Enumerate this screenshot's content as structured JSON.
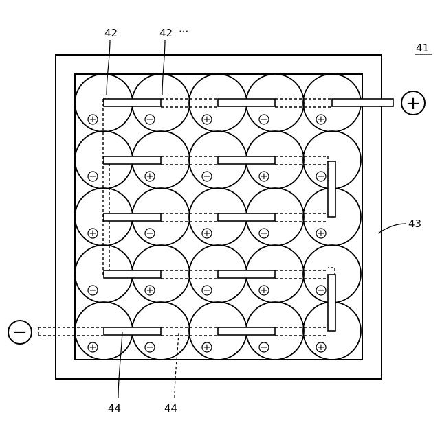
{
  "figure": {
    "ref_module": "41",
    "ref_lead_a": "42",
    "ref_lead_b": "42",
    "ref_lead_ellipsis": "···",
    "ref_case": "43",
    "ref_busbar_a": "44",
    "ref_busbar_b": "44"
  },
  "terminals": {
    "positive_symbol": "+",
    "negative_symbol": "−"
  },
  "cell_polarity_symbols": {
    "plus": "+",
    "minus": "−"
  },
  "cell_grid": {
    "rows": 5,
    "cols": 5,
    "polarity": [
      [
        "+",
        "−",
        "+",
        "−",
        "+"
      ],
      [
        "−",
        "+",
        "−",
        "+",
        "−"
      ],
      [
        "+",
        "−",
        "+",
        "−",
        "+"
      ],
      [
        "−",
        "+",
        "−",
        "+",
        "−"
      ],
      [
        "+",
        "−",
        "+",
        "−",
        "+"
      ]
    ]
  }
}
